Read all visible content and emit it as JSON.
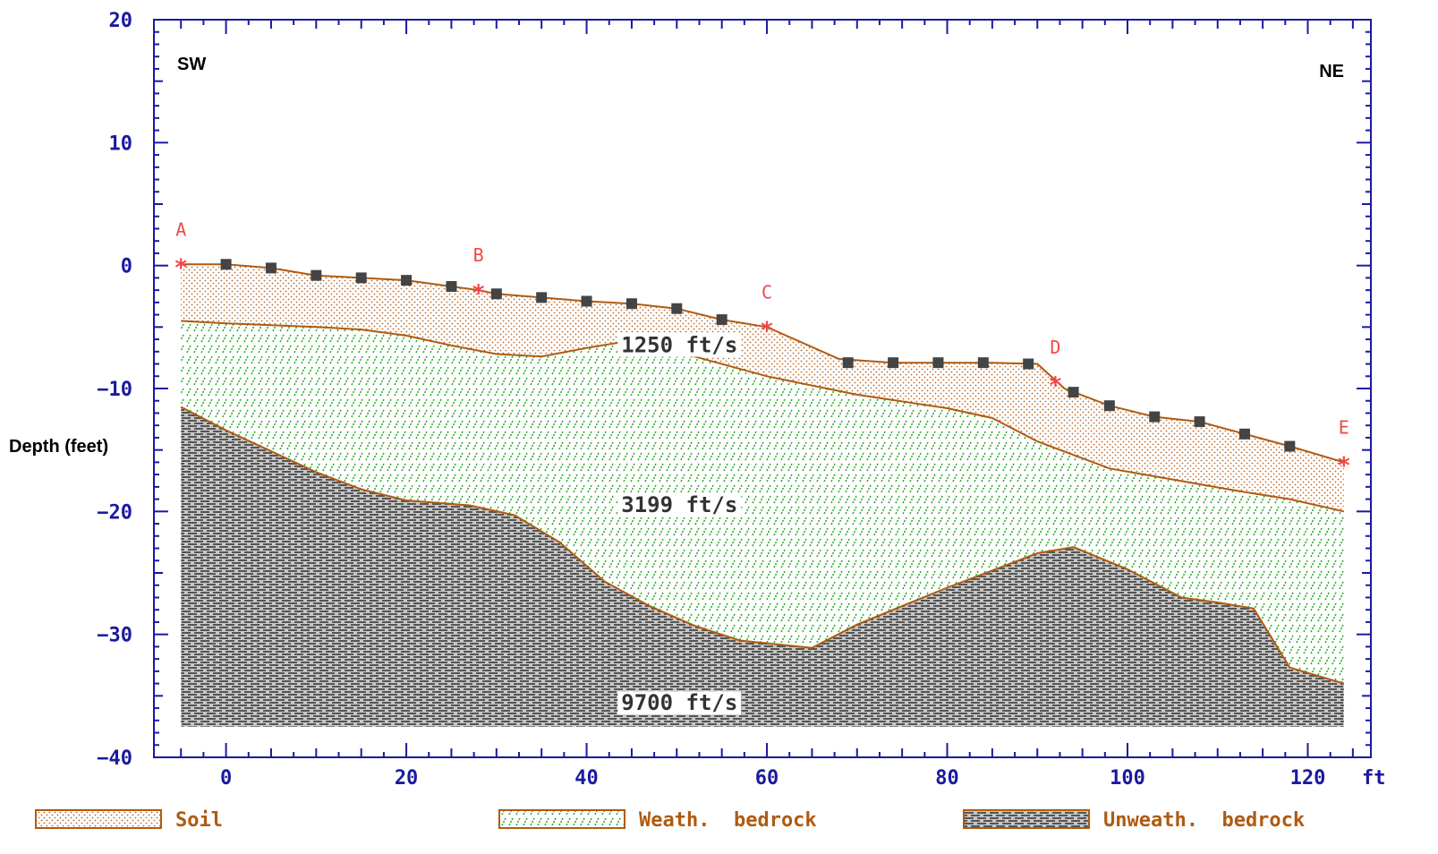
{
  "chart_data": {
    "type": "area",
    "ylabel": "Depth (feet)",
    "x_unit": "ft",
    "xlim": [
      -8,
      127
    ],
    "ylim": [
      -40,
      20
    ],
    "x_ticks": [
      0,
      20,
      40,
      60,
      80,
      100,
      120
    ],
    "y_ticks": [
      20,
      10,
      0,
      -10,
      -20,
      -30,
      -40
    ],
    "directions": {
      "left": "SW",
      "right": "NE"
    },
    "ground_surface": {
      "x": [
        -5,
        0,
        5,
        10,
        15,
        20,
        25,
        28,
        30,
        35,
        40,
        45,
        50,
        55,
        60,
        68,
        74,
        80,
        85,
        90,
        93,
        98,
        103,
        108,
        113,
        118,
        124
      ],
      "y": [
        0.1,
        0.1,
        -0.2,
        -0.8,
        -1.0,
        -1.2,
        -1.7,
        -2.0,
        -2.3,
        -2.6,
        -2.9,
        -3.1,
        -3.5,
        -4.4,
        -5.0,
        -7.6,
        -7.9,
        -7.9,
        -7.9,
        -8.0,
        -10.0,
        -11.4,
        -12.3,
        -12.7,
        -13.7,
        -14.7,
        -16.0
      ]
    },
    "soil_base": {
      "x": [
        -5,
        0,
        10,
        15,
        20,
        25,
        30,
        35,
        40,
        45,
        50,
        60,
        70,
        80,
        85,
        90,
        98,
        105,
        112,
        118,
        124
      ],
      "y": [
        -4.5,
        -4.7,
        -5.0,
        -5.2,
        -5.7,
        -6.5,
        -7.2,
        -7.4,
        -6.7,
        -6.1,
        -7.0,
        -9.0,
        -10.5,
        -11.6,
        -12.4,
        -14.3,
        -16.5,
        -17.4,
        -18.3,
        -19.0,
        -20.0
      ]
    },
    "weathered_base": {
      "x": [
        -5,
        0,
        10,
        15,
        20,
        27,
        32,
        37,
        42,
        47,
        52,
        57,
        65,
        70,
        75,
        80,
        85,
        90,
        94,
        100,
        106,
        110,
        114,
        118,
        124
      ],
      "y": [
        -11.5,
        -13.4,
        -16.8,
        -18.2,
        -19.1,
        -19.5,
        -20.3,
        -22.5,
        -25.7,
        -27.7,
        -29.3,
        -30.5,
        -31.1,
        -29.2,
        -27.7,
        -26.2,
        -24.8,
        -23.4,
        -22.9,
        -24.7,
        -27.0,
        -27.4,
        -27.9,
        -32.7,
        -34.0
      ]
    },
    "section_bottom": -37.5,
    "sites": [
      {
        "label": "A",
        "x": -5,
        "y": 0.1
      },
      {
        "label": "B",
        "x": 28,
        "y": -2.0
      },
      {
        "label": "C",
        "x": 60,
        "y": -5.0
      },
      {
        "label": "D",
        "x": 92,
        "y": -9.5
      },
      {
        "label": "E",
        "x": 124,
        "y": -16.0
      }
    ],
    "geophones": {
      "x": [
        0,
        5,
        10,
        15,
        20,
        25,
        30,
        35,
        40,
        45,
        50,
        55,
        69,
        74,
        79,
        84,
        89,
        94,
        98,
        103,
        108,
        113,
        118
      ],
      "y": [
        0.1,
        -0.2,
        -0.8,
        -1.0,
        -1.2,
        -1.7,
        -2.3,
        -2.6,
        -2.9,
        -3.1,
        -3.5,
        -4.4,
        -7.9,
        -7.9,
        -7.9,
        -7.9,
        -8.0,
        -10.3,
        -11.4,
        -12.3,
        -12.7,
        -13.7,
        -14.7
      ]
    },
    "velocity_labels": [
      {
        "text": "1250  ft/s",
        "x": 50.3,
        "y": -6.4
      },
      {
        "text": "3199  ft/s",
        "x": 50.3,
        "y": -19.4
      },
      {
        "text": "9700  ft/s",
        "x": 50.3,
        "y": -35.5
      }
    ],
    "legend": [
      {
        "label": "Soil",
        "pattern": "dots"
      },
      {
        "label": "Weath.  bedrock",
        "pattern": "hatch"
      },
      {
        "label": "Unweath.  bedrock",
        "pattern": "dashes"
      }
    ],
    "colors": {
      "axis": "#1a1aa0",
      "boundary": "#b05a10",
      "site_marker": "#f04848",
      "geophone": "#444444",
      "soil_dots": "#c06a28",
      "hatch": "#22aa22",
      "dashes": "#555555"
    }
  }
}
